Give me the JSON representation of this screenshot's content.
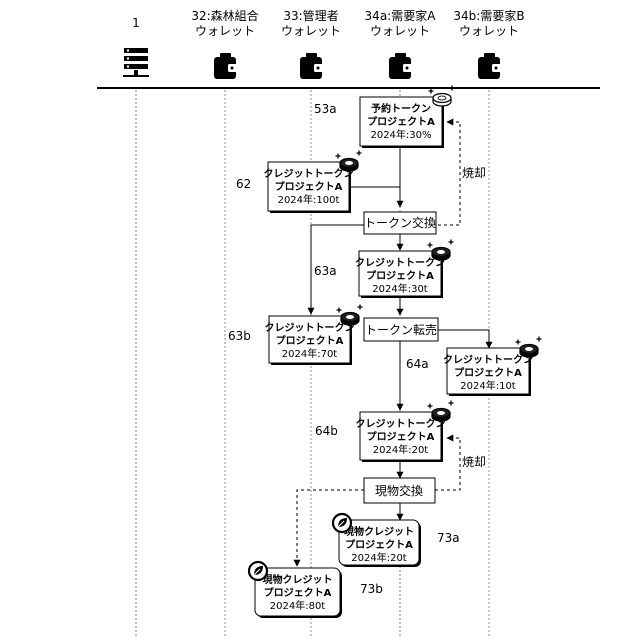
{
  "columns": [
    {
      "id": "server",
      "line1": "1",
      "line2": "",
      "icon": "server-icon"
    },
    {
      "id": "forest",
      "line1": "32:森林組合",
      "line2": "ウォレット",
      "icon": "wallet-icon"
    },
    {
      "id": "admin",
      "line1": "33:管理者",
      "line2": "ウォレット",
      "icon": "wallet-icon"
    },
    {
      "id": "buyerA",
      "line1": "34a:需要家A",
      "line2": "ウォレット",
      "icon": "wallet-icon"
    },
    {
      "id": "buyerB",
      "line1": "34b:需要家B",
      "line2": "ウォレット",
      "icon": "wallet-icon"
    }
  ],
  "tokens": {
    "t53a": {
      "label": "53a",
      "line1": "予約トークン",
      "line2": "プロジェクトA",
      "line3": "2024年:30%",
      "icon": "coin-icon"
    },
    "t62": {
      "label": "62",
      "line1": "クレジットトークン",
      "line2": "プロジェクトA",
      "line3": "2024年:100t",
      "icon": "coin-icon"
    },
    "t63a": {
      "label": "63a",
      "line1": "クレジットトークン",
      "line2": "プロジェクトA",
      "line3": "2024年:30t",
      "icon": "coin-icon"
    },
    "t63b": {
      "label": "63b",
      "line1": "クレジットトークン",
      "line2": "プロジェクトA",
      "line3": "2024年:70t",
      "icon": "coin-icon"
    },
    "t64a": {
      "label": "64a",
      "line1": "クレジットトークン",
      "line2": "プロジェクトA",
      "line3": "2024年:10t",
      "icon": "coin-icon"
    },
    "t64b": {
      "label": "64b",
      "line1": "クレジットトークン",
      "line2": "プロジェクトA",
      "line3": "2024年:20t",
      "icon": "coin-icon"
    },
    "t73a": {
      "label": "73a",
      "line1": "現物クレジット",
      "line2": "プロジェクトA",
      "line3": "2024年:20t",
      "icon": "leaf-badge-icon"
    },
    "t73b": {
      "label": "73b",
      "line1": "現物クレジット",
      "line2": "プロジェクトA",
      "line3": "2024年:80t",
      "icon": "leaf-badge-icon"
    }
  },
  "processes": {
    "exchange": "トークン交換",
    "transfer": "トークン転売",
    "physical": "現物交換"
  },
  "burn_labels": {
    "burn1": "焼却",
    "burn2": "焼却"
  }
}
